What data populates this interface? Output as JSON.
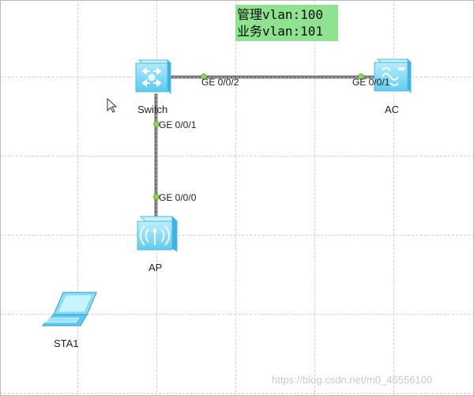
{
  "note": {
    "line1": "管理vlan:100",
    "line2": "业务vlan:101",
    "bg_color": "#8fe28f"
  },
  "devices": {
    "switch": {
      "label": "Switch",
      "icon": "switch-icon"
    },
    "ac": {
      "label": "AC",
      "icon": "access-controller-icon"
    },
    "ap": {
      "label": "AP",
      "icon": "access-point-icon"
    },
    "sta1": {
      "label": "STA1",
      "icon": "laptop-icon"
    }
  },
  "ports": {
    "switch_ge002": "GE 0/0/2",
    "ac_ge001": "GE 0/0/1",
    "switch_ge001": "GE 0/0/1",
    "ap_ge000": "GE 0/0/0"
  },
  "colors": {
    "device_cyan": "#6fd6f5",
    "port_green": "#8ed35c",
    "link_gray": "#6e6e6e"
  },
  "watermark": "https://blog.csdn.net/m0_46556100"
}
